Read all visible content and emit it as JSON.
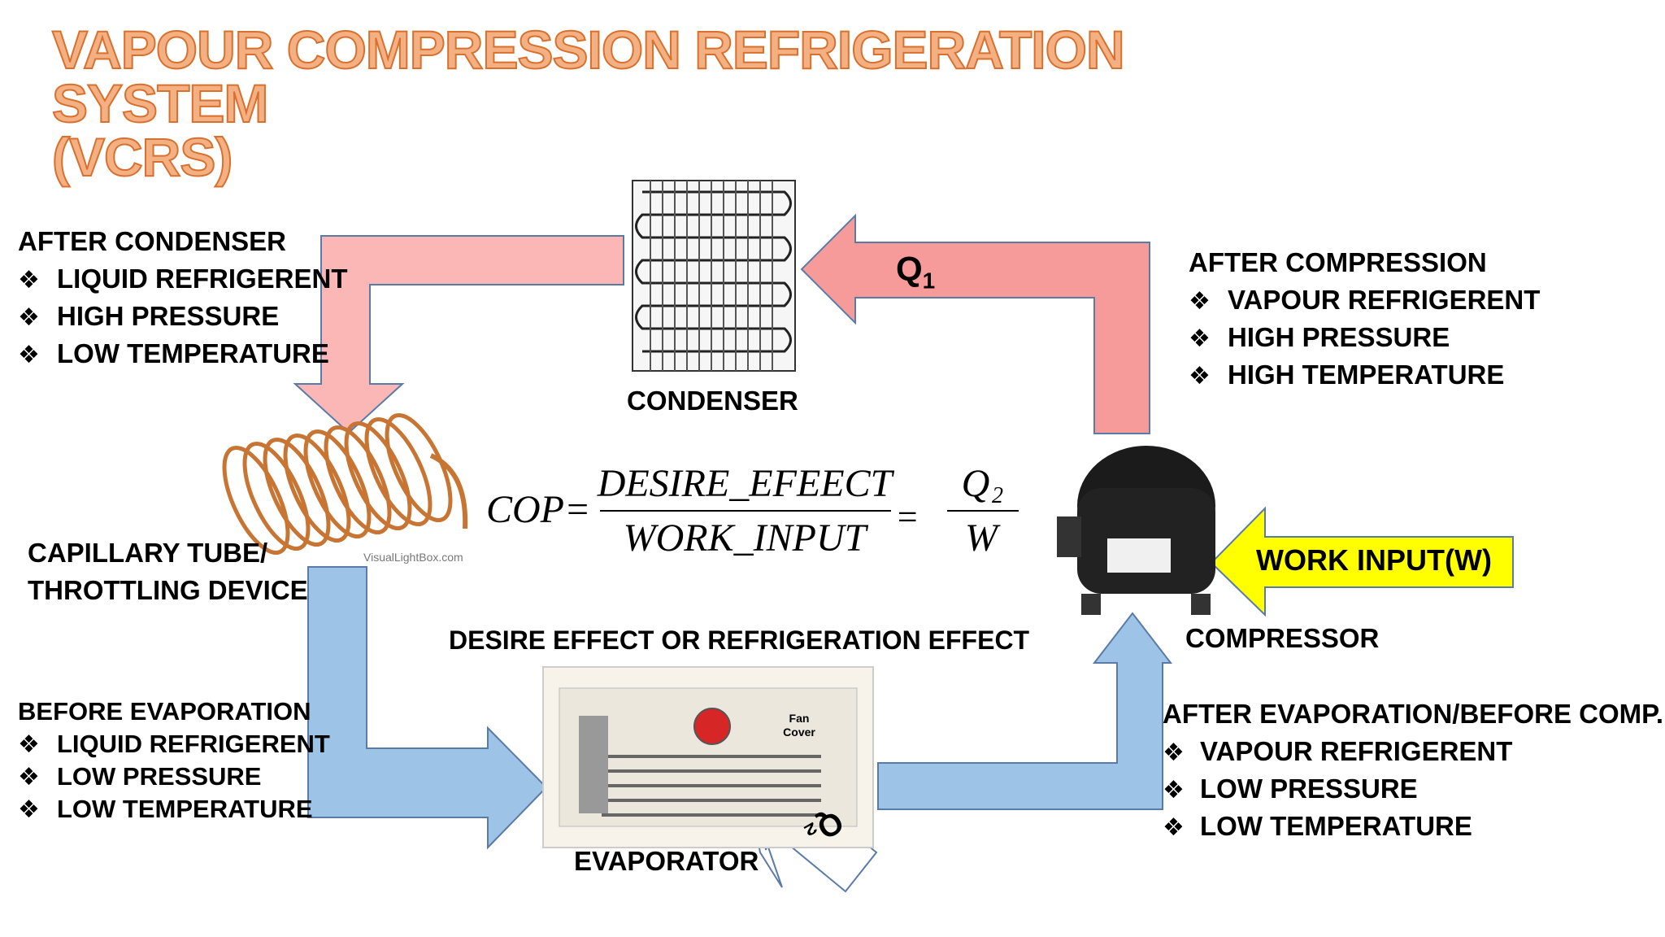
{
  "title": {
    "line1": "VAPOUR COMPRESSION REFRIGERATION SYSTEM",
    "line2": "(VCRS)"
  },
  "components": {
    "condenser": "CONDENSER",
    "capillary_line1": "CAPILLARY TUBE/",
    "capillary_line2": "THROTTLING DEVICE",
    "compressor": "COMPRESSOR",
    "evaporator": "EVAPORATOR",
    "desire_effect": "DESIRE EFFECT OR REFRIGERATION EFFECT",
    "work_input": "WORK INPUT(W)",
    "q1_letter": "Q",
    "q1_sub": "1",
    "q2": "Q₂"
  },
  "states": {
    "after_condenser": {
      "heading": "AFTER CONDENSER",
      "items": [
        "LIQUID REFRIGERENT",
        "HIGH PRESSURE",
        "LOW TEMPERATURE"
      ]
    },
    "after_compression": {
      "heading": "AFTER COMPRESSION",
      "items": [
        "VAPOUR REFRIGERENT",
        "HIGH PRESSURE",
        "HIGH TEMPERATURE"
      ]
    },
    "before_evaporation": {
      "heading": "BEFORE EVAPORATION",
      "items": [
        "LIQUID REFRIGERENT",
        "LOW PRESSURE",
        "LOW TEMPERATURE"
      ]
    },
    "after_evaporation": {
      "heading": "AFTER EVAPORATION/BEFORE COMP.",
      "items": [
        "VAPOUR REFRIGERENT",
        "LOW PRESSURE",
        "LOW TEMPERATURE"
      ]
    }
  },
  "formula": {
    "lhs": "COP=",
    "numerator": "DESIRE_EFEECT",
    "denominator": "WORK_INPUT",
    "equals": "=",
    "q_num": "Q",
    "q_num_sub": "2",
    "q_den": "W"
  },
  "watermark": "VisualLightBox.com",
  "fan_label": "Fan Cover",
  "bullet_glyph": "❖",
  "colors": {
    "title_fill": "#f3b183",
    "title_stroke": "#d9702e",
    "hot_arrow": "#f79a9a",
    "hot_arrow_top": "#fbb6b6",
    "cold_arrow": "#9dc3e6",
    "arrow_outline": "#5a7ba8",
    "work_arrow": "#ffff00"
  }
}
